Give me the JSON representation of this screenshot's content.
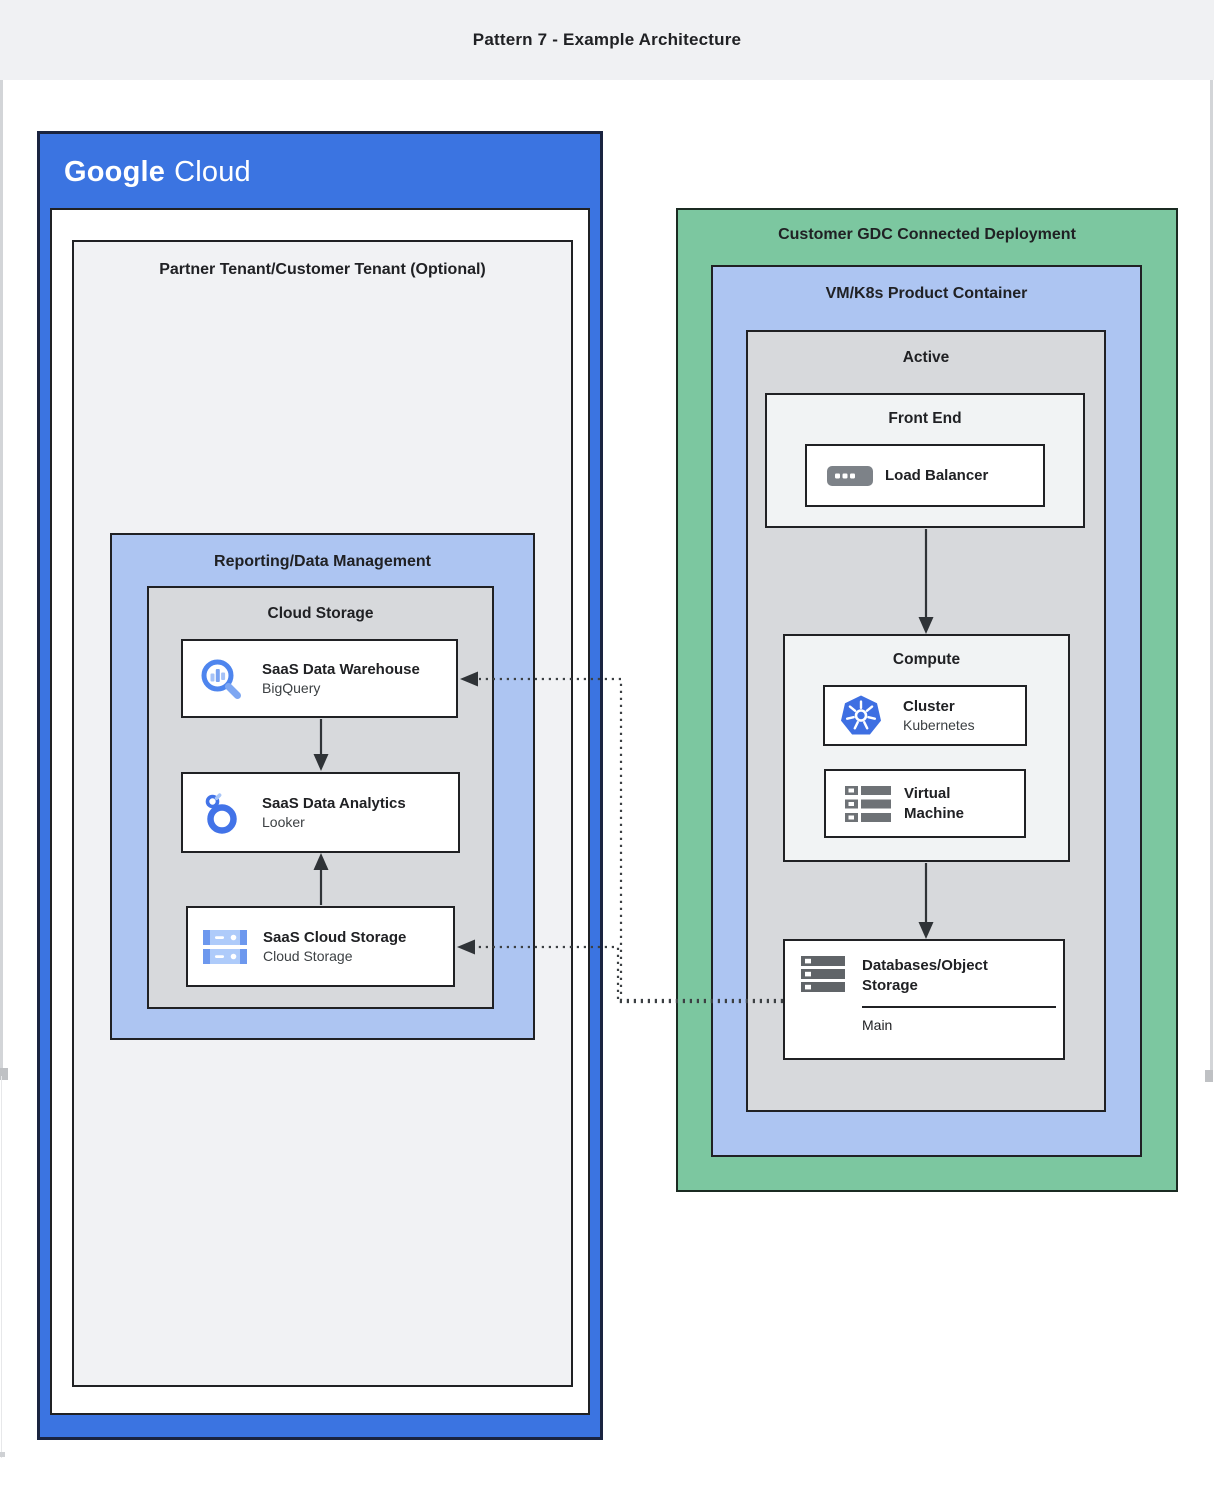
{
  "page": {
    "title": "Pattern 7 - Example Architecture"
  },
  "colors": {
    "google_blue": "#3b74e1",
    "lavender": "#adc5f2",
    "green": "#7cc7a0",
    "panel_gray": "#d7d9dc",
    "tenant_gray": "#f1f2f4",
    "subpanel_gray": "#f1f3f4",
    "card_border": "#202124",
    "arrow": "#2f3337",
    "kubernetes_blue": "#3e6fe2",
    "icon_gray": "#6e7276"
  },
  "google_cloud": {
    "logo_google": "Google",
    "logo_cloud": "Cloud",
    "partner_tenant_title": "Partner Tenant/Customer Tenant (Optional)",
    "reporting": {
      "title": "Reporting/Data Management",
      "cloud_storage": {
        "title": "Cloud Storage",
        "data_warehouse": {
          "title": "SaaS Data Warehouse",
          "subtitle": "BigQuery",
          "icon": "bigquery-icon"
        },
        "data_analytics": {
          "title": "SaaS Data Analytics",
          "subtitle": "Looker",
          "icon": "looker-icon"
        },
        "saas_cloud_storage": {
          "title": "SaaS Cloud Storage",
          "subtitle": "Cloud Storage",
          "icon": "cloud-storage-icon"
        }
      }
    }
  },
  "gdc": {
    "title": "Customer GDC Connected Deployment",
    "vm_k8s": {
      "title": "VM/K8s Product Container",
      "active": {
        "title": "Active",
        "front_end": {
          "title": "Front End",
          "load_balancer": {
            "title": "Load Balancer",
            "icon": "load-balancer-icon"
          }
        },
        "compute": {
          "title": "Compute",
          "cluster": {
            "title": "Cluster",
            "subtitle": "Kubernetes",
            "icon": "kubernetes-icon"
          },
          "virtual_machine": {
            "title": "Virtual Machine",
            "icon": "virtual-machine-icon"
          }
        },
        "databases": {
          "title": "Databases/Object Storage",
          "label": "Main",
          "icon": "databases-icon"
        }
      }
    }
  }
}
